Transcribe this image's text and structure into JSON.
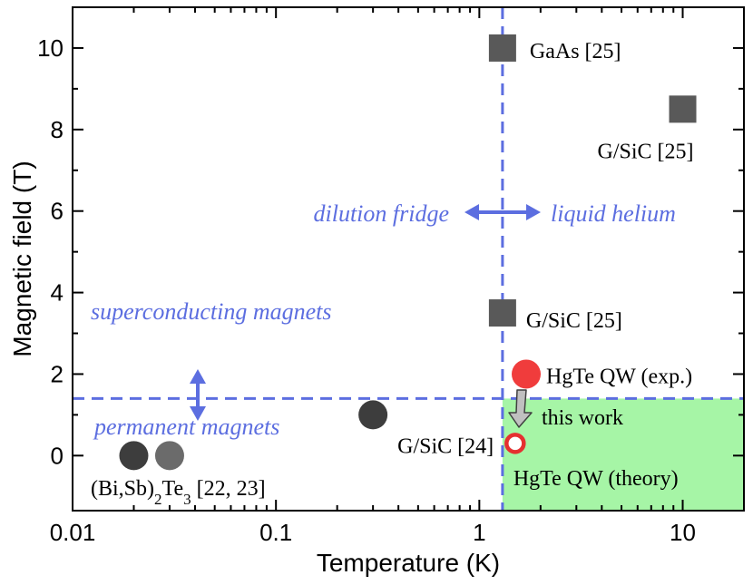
{
  "chart_data": {
    "type": "scatter",
    "xlabel": "Temperature (K)",
    "ylabel": "Magnetic field (T)",
    "xscale": "log",
    "xlim": [
      0.01,
      20
    ],
    "ylim": [
      -1.35,
      11
    ],
    "xticks": [
      {
        "value": 0.01,
        "label": "0.01"
      },
      {
        "value": 0.1,
        "label": "0.1"
      },
      {
        "value": 1,
        "label": "1"
      },
      {
        "value": 10,
        "label": "10"
      }
    ],
    "yticks": [
      {
        "value": 0,
        "label": "0"
      },
      {
        "value": 2,
        "label": "2"
      },
      {
        "value": 4,
        "label": "4"
      },
      {
        "value": 6,
        "label": "6"
      },
      {
        "value": 8,
        "label": "8"
      },
      {
        "value": 10,
        "label": "10"
      }
    ],
    "grid": false,
    "points": [
      {
        "x": 1.3,
        "y": 10,
        "marker": "square",
        "color": "#595959",
        "label": "GaAs [25]"
      },
      {
        "x": 10,
        "y": 8.5,
        "marker": "square",
        "color": "#595959",
        "label": "G/SiC  [25]"
      },
      {
        "x": 1.3,
        "y": 3.5,
        "marker": "square",
        "color": "#595959",
        "label": "G/SiC  [25]"
      },
      {
        "x": 0.3,
        "y": 1,
        "marker": "circle",
        "color": "#3d3d3d",
        "label": "G/SiC [24]"
      },
      {
        "x": 0.02,
        "y": 0,
        "marker": "circle",
        "color": "#3d3d3d",
        "label": ""
      },
      {
        "x": 0.03,
        "y": 0,
        "marker": "circle",
        "color": "#6b6b6b",
        "label": ""
      },
      {
        "x": 1.7,
        "y": 2,
        "marker": "circle",
        "color": "#f03c3c",
        "label": "HgTe QW (exp.)"
      },
      {
        "x": 1.5,
        "y": 0.3,
        "marker": "open-circle",
        "color": "#e53030",
        "label": "HgTe QW (theory)"
      }
    ],
    "bisb_label": {
      "prefix": "(Bi,Sb)",
      "sub1": "2",
      "mid": "Te",
      "sub2": "3",
      "suffix": " [22, 23]"
    },
    "annotations": {
      "dilution_fridge": "dilution fridge",
      "liquid_helium": "liquid helium",
      "superconducting_magnets": "superconducting magnets",
      "permanent_magnets": "permanent magnets",
      "this_work": "this work"
    },
    "thresholds": {
      "temperature": 1.3,
      "field": 1.4
    },
    "highlight_region": {
      "x_from": 1.3,
      "x_to": 20,
      "y_from": -1.35,
      "y_to": 1.4,
      "color": "#a6f5a6"
    },
    "colors": {
      "dashed_line": "#5c6ee0",
      "arrow": "#5c6ee0",
      "down_arrow_fill": "#c0c0c0",
      "down_arrow_stroke": "#404040"
    }
  }
}
